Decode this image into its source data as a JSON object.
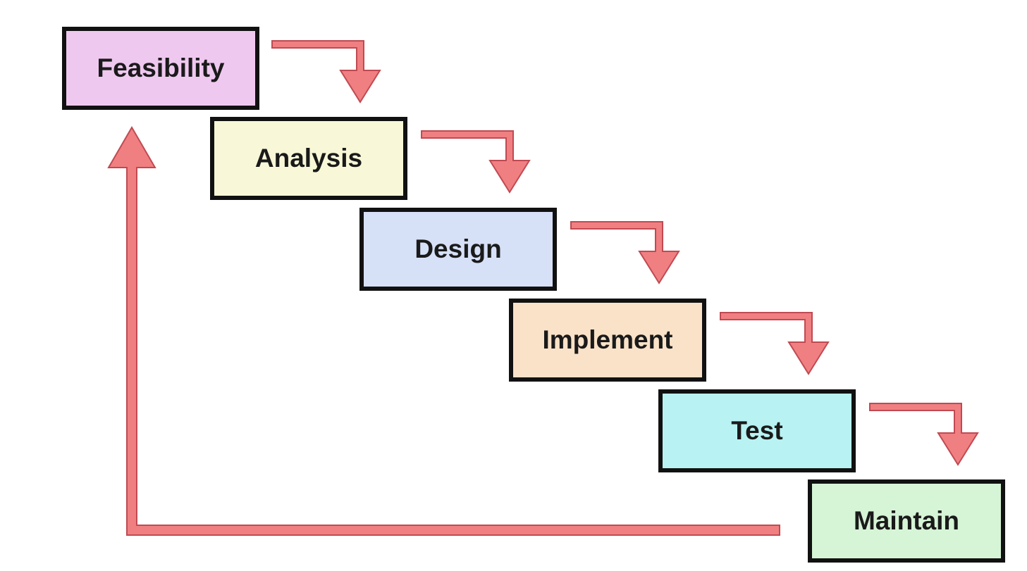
{
  "diagram": {
    "stages": [
      {
        "label": "Feasibility",
        "color": "#efc8ef"
      },
      {
        "label": "Analysis",
        "color": "#f8f8d8"
      },
      {
        "label": "Design",
        "color": "#d6e0f6"
      },
      {
        "label": "Implement",
        "color": "#fae2c8"
      },
      {
        "label": "Test",
        "color": "#b8f2f2"
      },
      {
        "label": "Maintain",
        "color": "#d6f4d6"
      }
    ],
    "arrow_color": "#f07f82",
    "arrow_outline": "#c04a52"
  }
}
